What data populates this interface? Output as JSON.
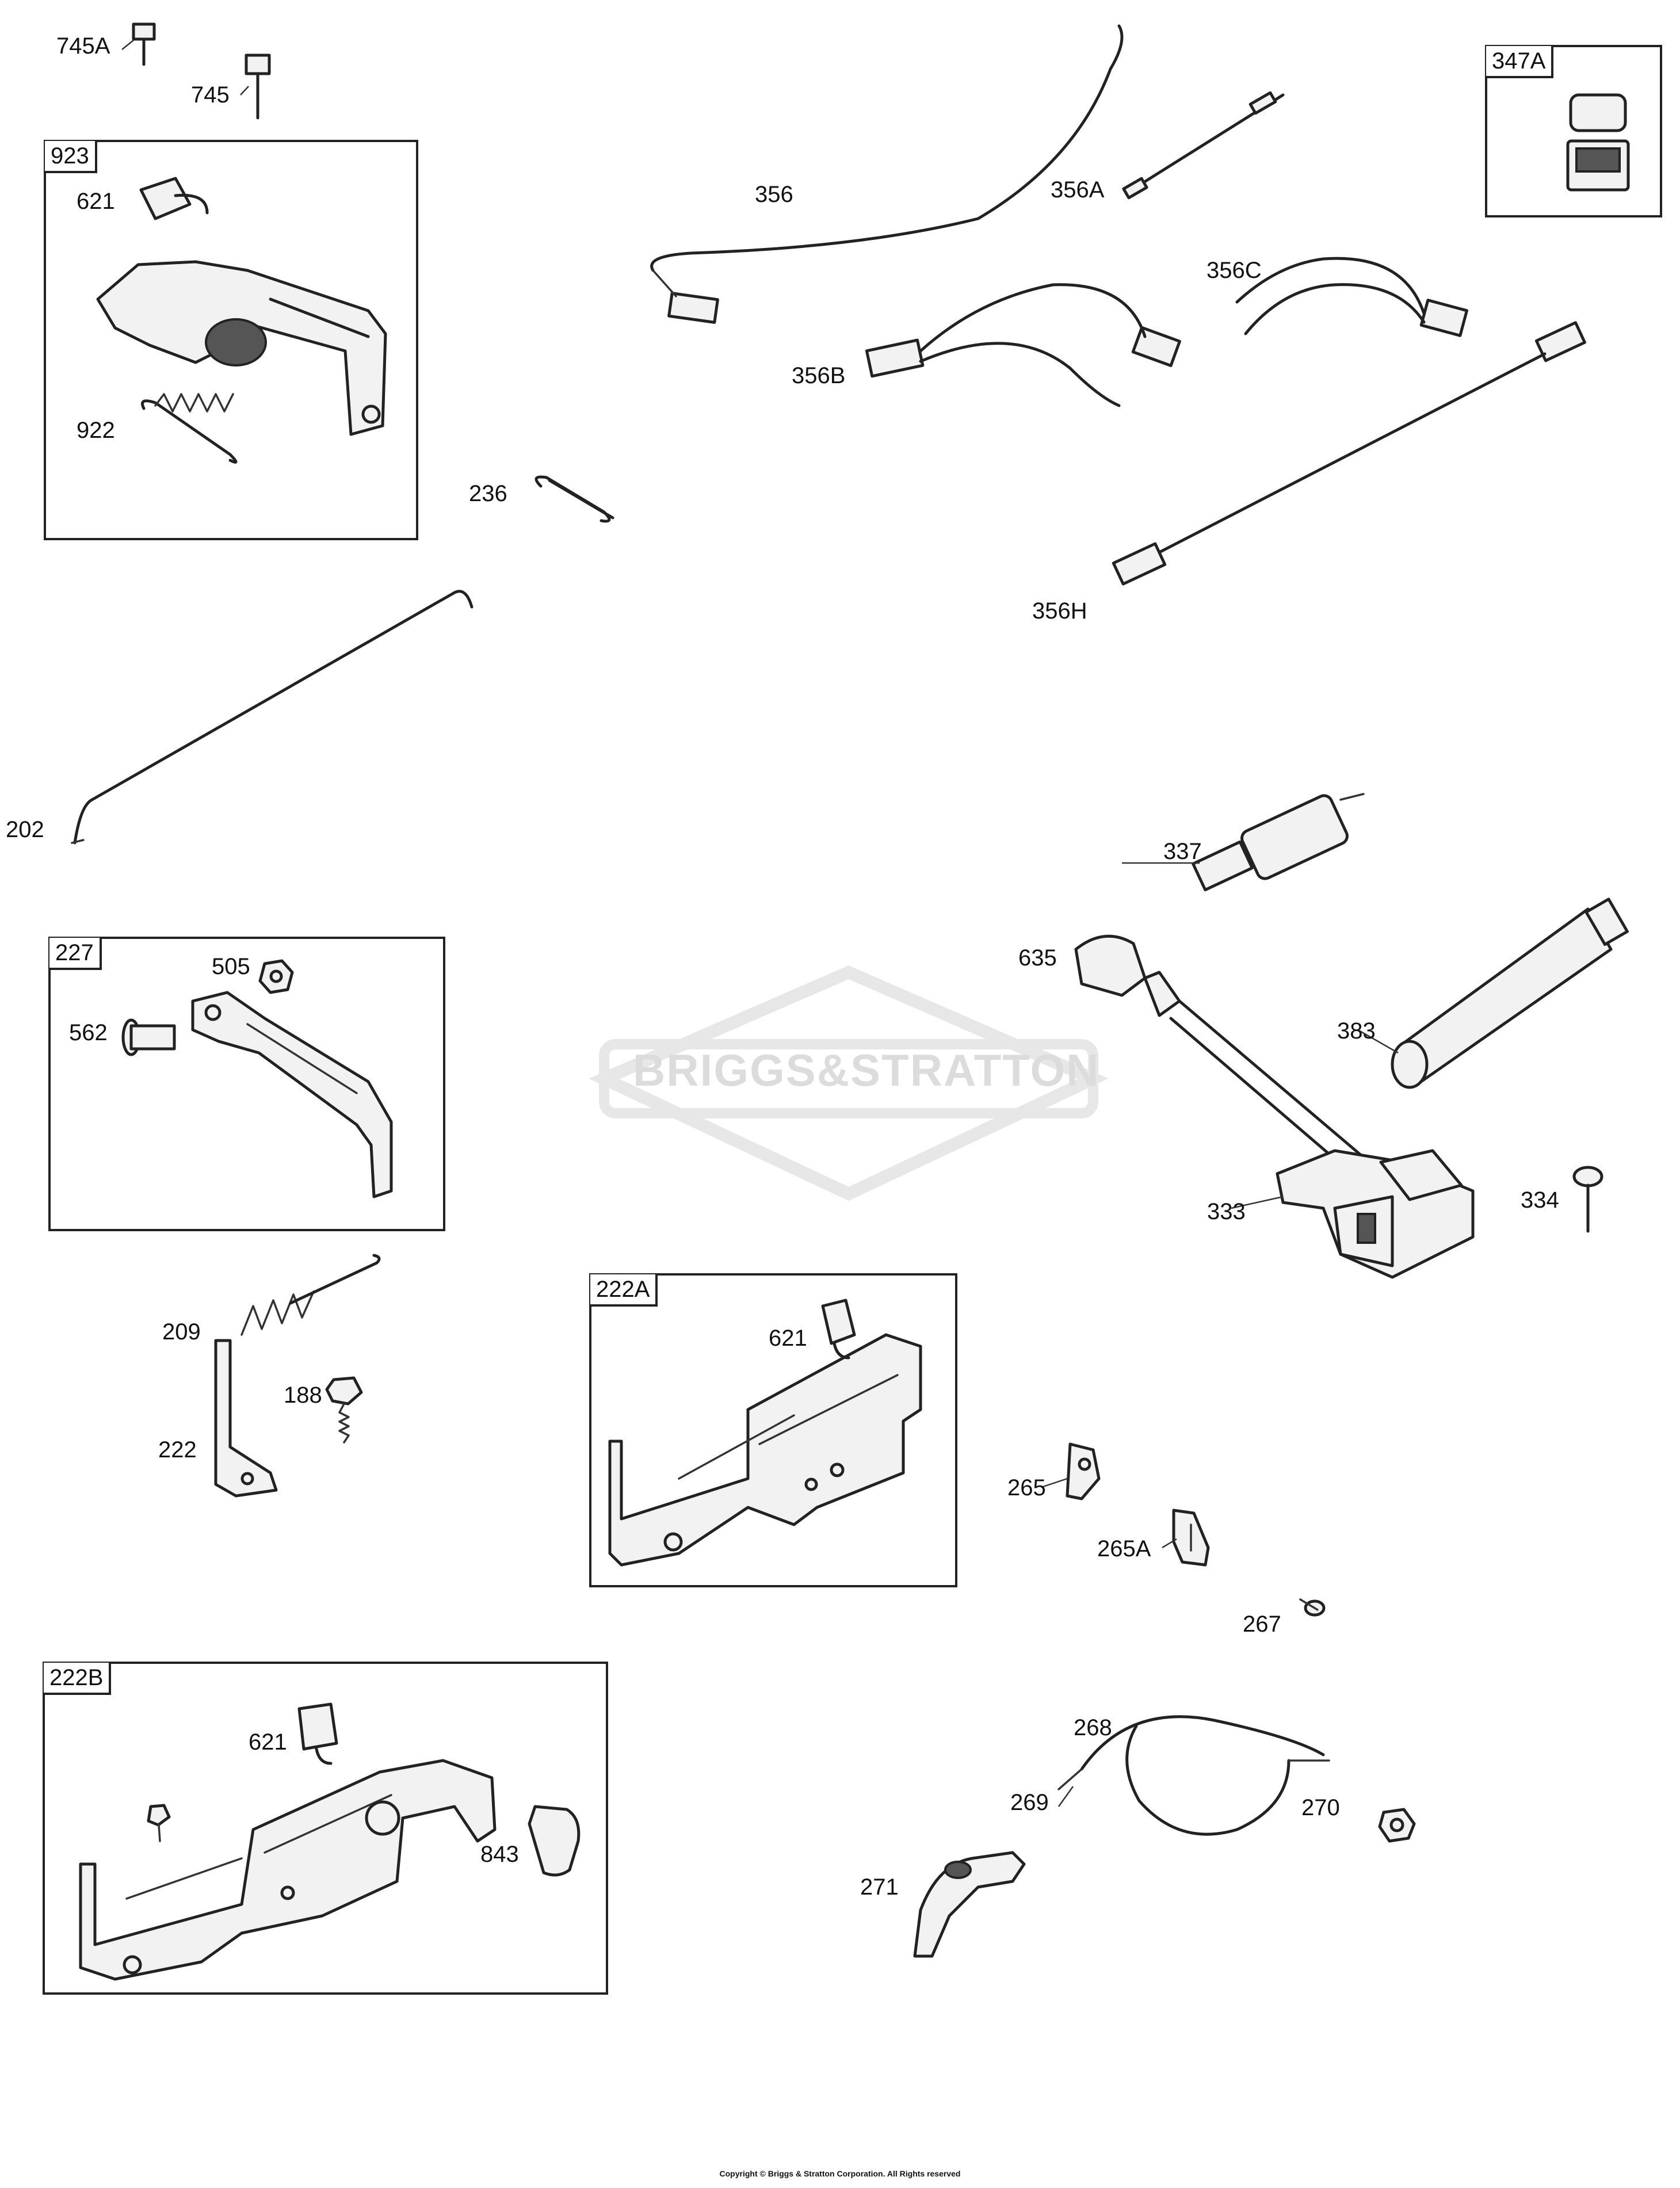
{
  "watermark": "BRIGGS&STRATTON",
  "copyright": "Copyright © Briggs & Stratton Corporation. All Rights reserved",
  "boxes": {
    "b923": "923",
    "b347a": "347A",
    "b227": "227",
    "b222a": "222A",
    "b222b": "222B"
  },
  "callouts": {
    "c745a": "745A",
    "c745": "745",
    "c621_923": "621",
    "c922": "922",
    "c356": "356",
    "c356a": "356A",
    "c356b": "356B",
    "c356c": "356C",
    "c356h": "356H",
    "c236": "236",
    "c202": "202",
    "c337": "337",
    "c635": "635",
    "c383": "383",
    "c333": "333",
    "c334": "334",
    "c505": "505",
    "c562": "562",
    "c209": "209",
    "c188": "188",
    "c222": "222",
    "c621_222a": "621",
    "c265": "265",
    "c265a": "265A",
    "c267": "267",
    "c621_222b": "621",
    "c843": "843",
    "c268": "268",
    "c269": "269",
    "c270": "270",
    "c271": "271"
  }
}
